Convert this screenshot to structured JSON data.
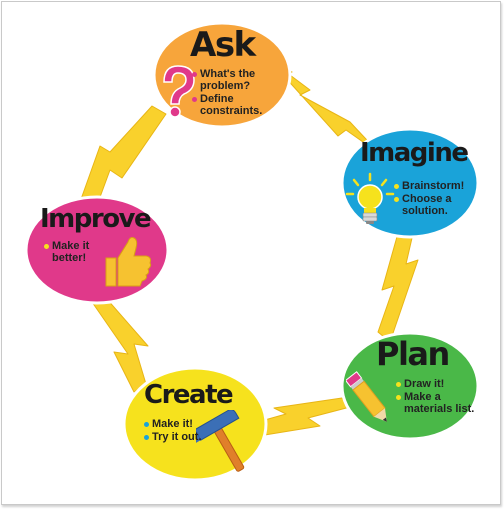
{
  "colors": {
    "bolt": "#f9d12c",
    "bolt_dark": "#e8b515",
    "ask": "#f7a53b",
    "imagine": "#1aa3d9",
    "plan": "#4ab848",
    "create": "#f6e21d",
    "improve": "#e0398a"
  },
  "steps": {
    "ask": {
      "title": "Ask",
      "icon": "question-mark-icon",
      "bullets": [
        "What's the problem?",
        "Define constraints."
      ]
    },
    "imagine": {
      "title": "Imagine",
      "icon": "lightbulb-icon",
      "bullets": [
        "Brainstorm!",
        "Choose a solution."
      ]
    },
    "plan": {
      "title": "Plan",
      "icon": "pencil-icon",
      "bullets": [
        "Draw it!",
        "Make a materials list."
      ]
    },
    "create": {
      "title": "Create",
      "icon": "hammer-icon",
      "bullets": [
        "Make it!",
        "Try it out."
      ]
    },
    "improve": {
      "title": "Improve",
      "icon": "thumbs-up-icon",
      "bullets": [
        "Make it better!"
      ]
    }
  }
}
